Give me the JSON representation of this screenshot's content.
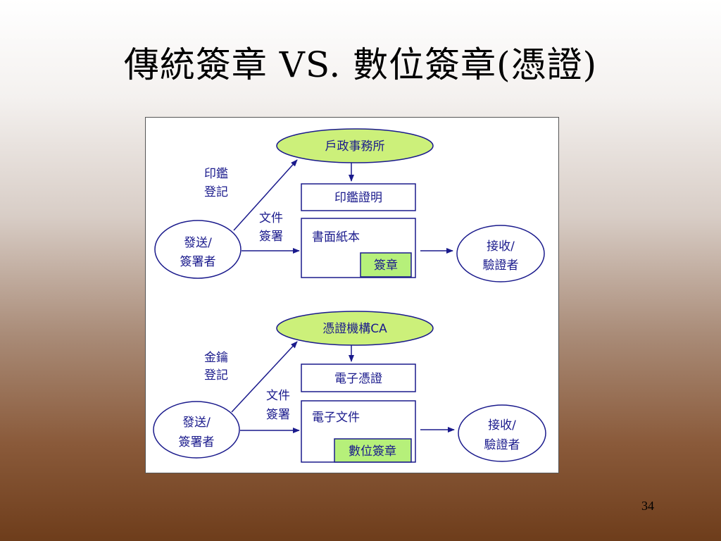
{
  "slide": {
    "title": "傳統簽章 VS. 數位簽章(憑證)",
    "page_number": "34"
  },
  "diagram": {
    "traditional": {
      "authority": "戶政事務所",
      "registration_line1": "印鑑",
      "registration_line2": "登記",
      "certificate": "印鑑證明",
      "sign_line1": "文件",
      "sign_line2": "簽署",
      "sender_line1": "發送/",
      "sender_line2": "簽署者",
      "document": "書面紙本",
      "signature": "簽章",
      "receiver_line1": "接收/",
      "receiver_line2": "驗證者"
    },
    "digital": {
      "authority": "憑證機構CA",
      "registration_line1": "金鑰",
      "registration_line2": "登記",
      "certificate": "電子憑證",
      "sign_line1": "文件",
      "sign_line2": "簽署",
      "sender_line1": "發送/",
      "sender_line2": "簽署者",
      "document": "電子文件",
      "signature": "數位簽章",
      "receiver_line1": "接收/",
      "receiver_line2": "驗證者"
    },
    "colors": {
      "authority_fill": "#ccf07a",
      "signature_fill": "#b6f07a",
      "stroke": "#1a1a8c",
      "text": "#1a1a8c"
    }
  }
}
